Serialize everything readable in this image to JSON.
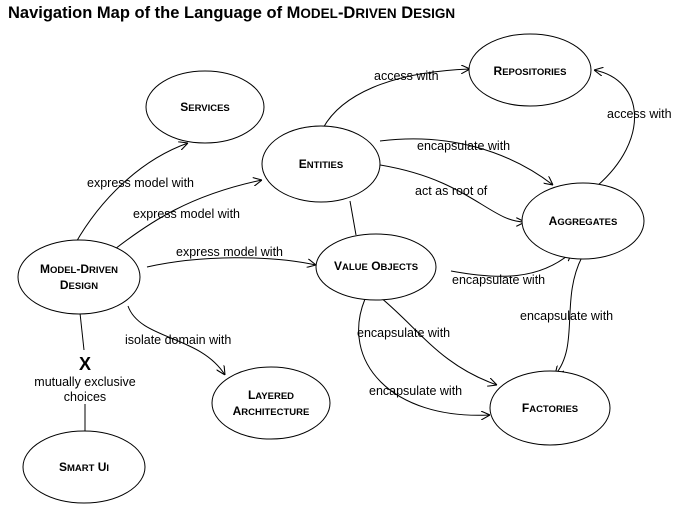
{
  "title": "Navigation Map of the Language of Model-Driven Design",
  "colors": {
    "line": "#000000",
    "background": "#ffffff"
  },
  "nodes": {
    "repositories": "Repositories",
    "services": "Services",
    "entities": "Entities",
    "aggregates": "Aggregates",
    "model_driven_design": [
      "Model-Driven",
      "Design"
    ],
    "value_objects": "Value Objects",
    "layered_architecture": [
      "Layered",
      "Architecture"
    ],
    "factories": "Factories",
    "smart_ui": "Smart UI"
  },
  "edges": {
    "entities_to_repositories": "access with",
    "aggregates_to_repositories": "access with",
    "mdd_to_services": "express model with",
    "mdd_to_entities": "express model with",
    "entities_to_aggregates_encapsulate": "encapsulate with",
    "entities_to_aggregates_root": "act as root of",
    "mdd_to_value_objects": "express model with",
    "value_objects_to_aggregates": "encapsulate with",
    "mdd_to_layered": "isolate domain with",
    "aggregates_to_factories": "encapsulate with",
    "value_objects_to_factories_1": "encapsulate with",
    "value_objects_to_factories_2": "encapsulate with",
    "mutual_exclusion_mark": "X",
    "mutual_exclusion_label": [
      "mutually exclusive",
      "choices"
    ]
  }
}
